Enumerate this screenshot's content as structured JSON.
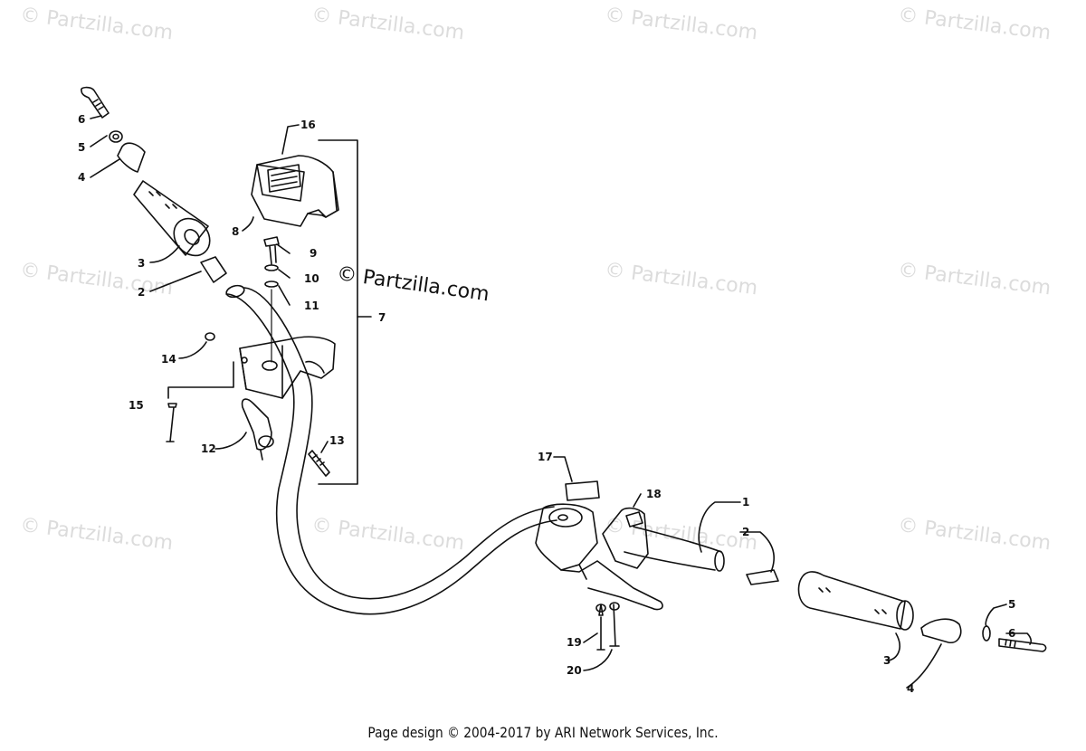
{
  "watermark": {
    "text": "© Partzilla.com",
    "center_text": "© Partzilla.com"
  },
  "footer": {
    "text": "Page design © 2004-2017 by ARI Network Services, Inc."
  },
  "callouts": {
    "c1": "1",
    "c2a": "2",
    "c2b": "2",
    "c3a": "3",
    "c3b": "3",
    "c4a": "4",
    "c4b": "4",
    "c5a": "5",
    "c5b": "5",
    "c6a": "6",
    "c6b": "6",
    "c7": "7",
    "c8": "8",
    "c9": "9",
    "c10": "10",
    "c11": "11",
    "c12": "12",
    "c13": "13",
    "c14": "14",
    "c15": "15",
    "c16": "16",
    "c17": "17",
    "c18": "18",
    "c19": "19",
    "c20": "20"
  }
}
